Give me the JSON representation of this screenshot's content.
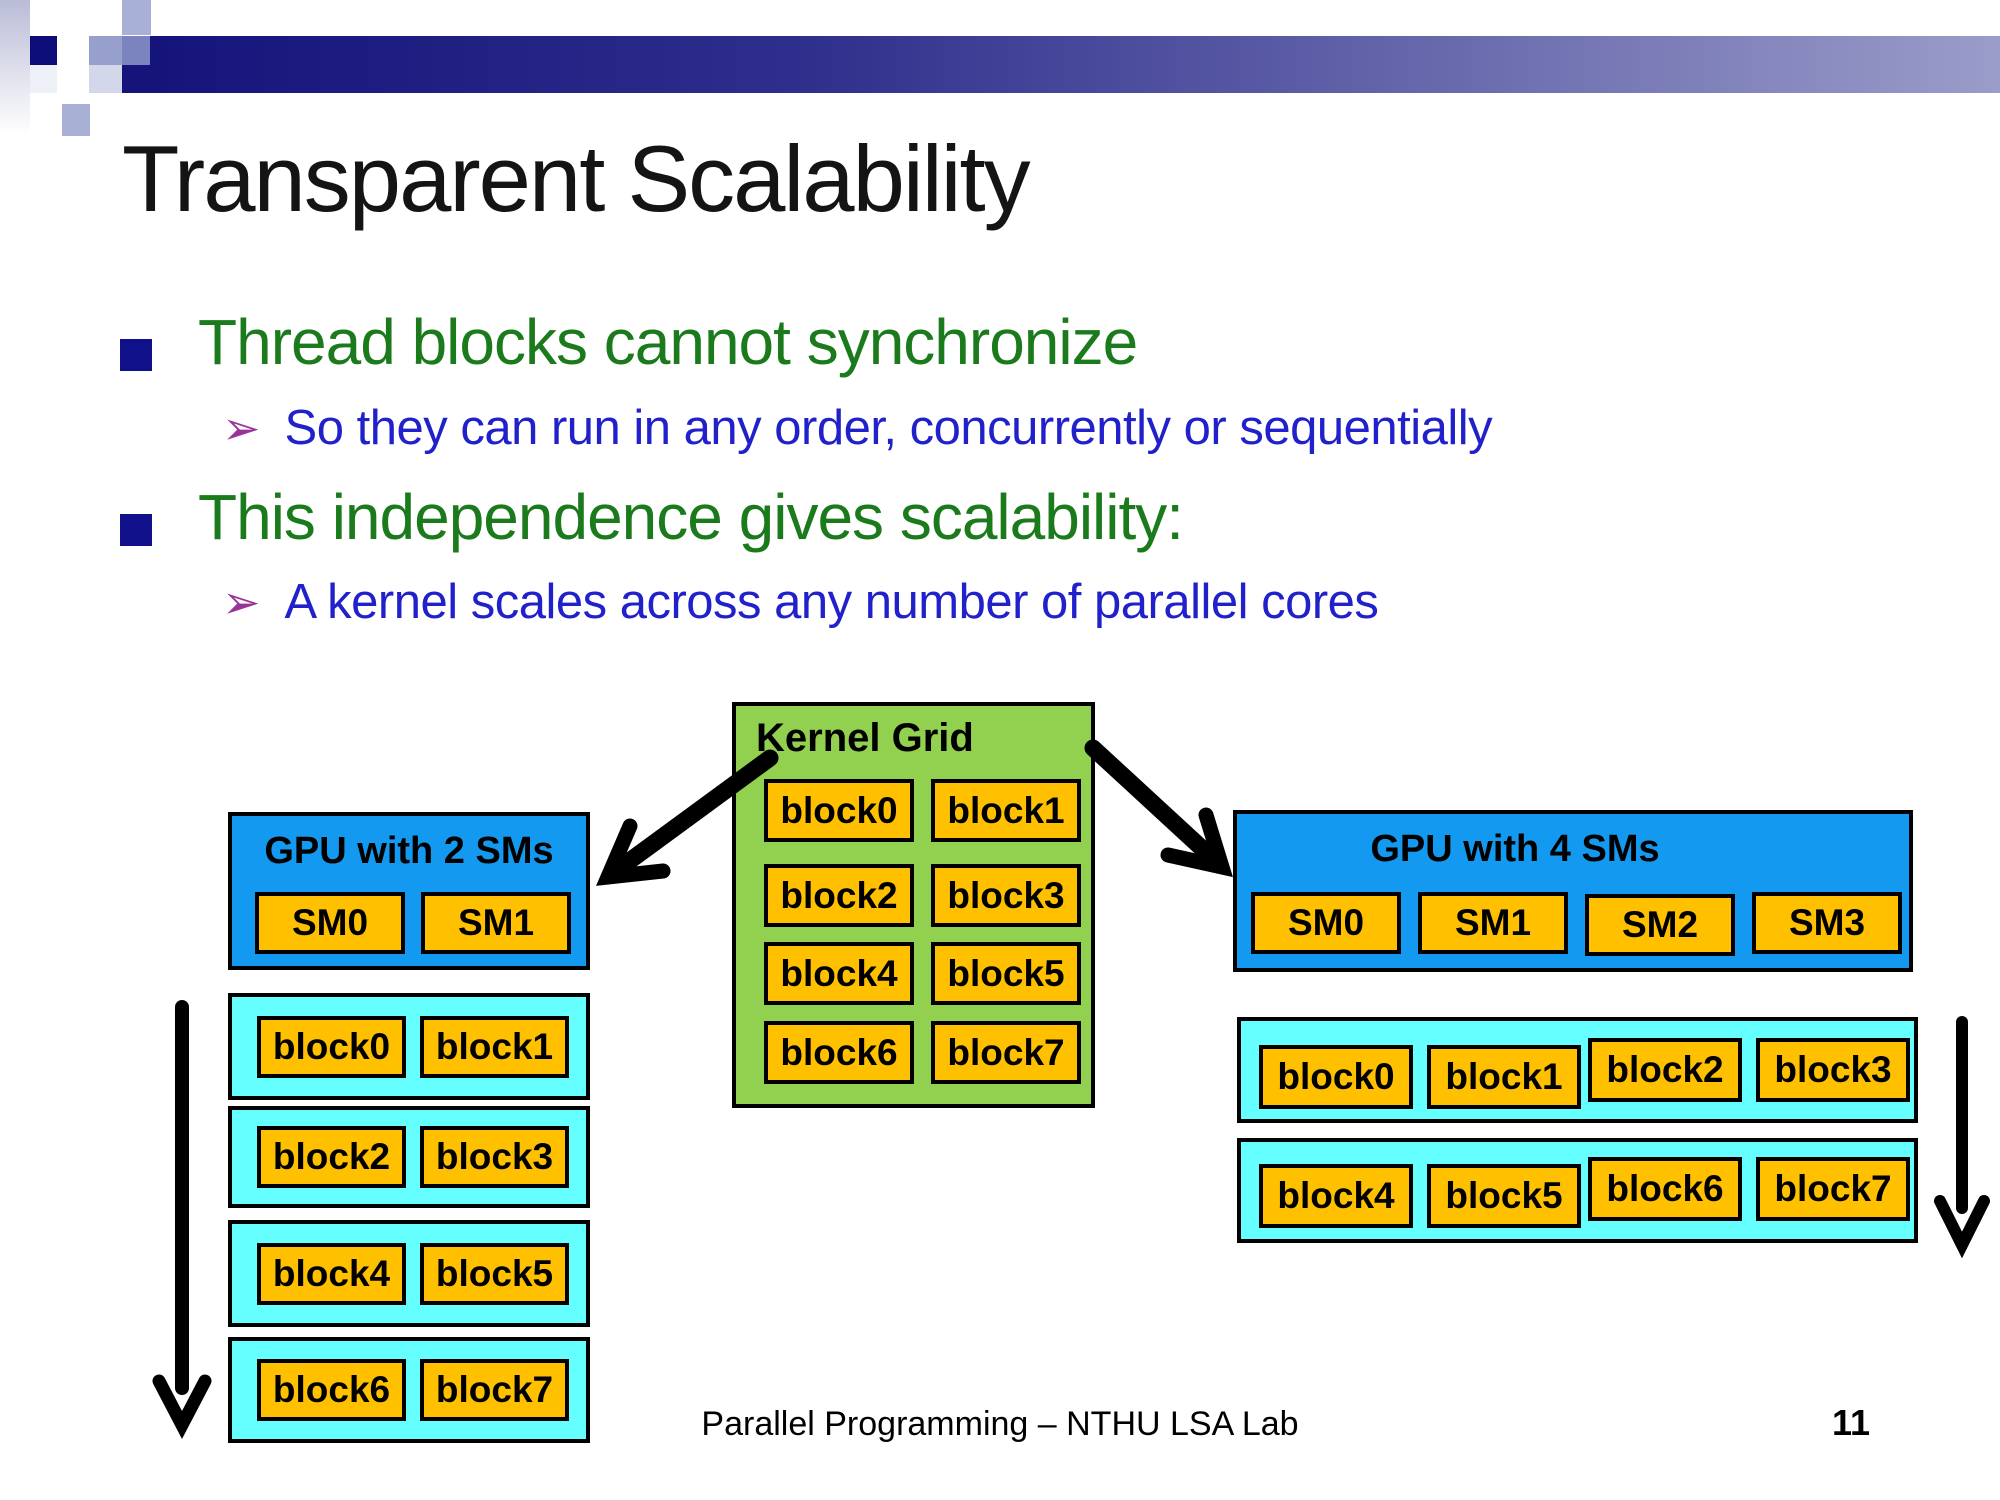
{
  "slide": {
    "title": "Transparent Scalability",
    "footer": "Parallel Programming – NTHU LSA Lab",
    "page_number": "11"
  },
  "glyphs": {
    "sub_bullet_arrow": "➢"
  },
  "bullets": [
    {
      "label": "Thread blocks cannot synchronize",
      "sub": "So they can run in any order, concurrently or sequentially"
    },
    {
      "label": "This independence gives scalability:",
      "sub": "A kernel scales across any number of parallel cores"
    }
  ],
  "diagram": {
    "kernel_grid": {
      "title": "Kernel Grid",
      "blocks": [
        "block0",
        "block1",
        "block2",
        "block3",
        "block4",
        "block5",
        "block6",
        "block7"
      ]
    },
    "gpu2": {
      "title": "GPU with 2 SMs",
      "sms": [
        "SM0",
        "SM1"
      ],
      "rows": [
        [
          "block0",
          "block1"
        ],
        [
          "block2",
          "block3"
        ],
        [
          "block4",
          "block5"
        ],
        [
          "block6",
          "block7"
        ]
      ]
    },
    "gpu4": {
      "title": "GPU with 4 SMs",
      "sms": [
        "SM0",
        "SM1",
        "SM2",
        "SM3"
      ],
      "rows": [
        [
          "block0",
          "block1",
          "block2",
          "block3"
        ],
        [
          "block4",
          "block5",
          "block6",
          "block7"
        ]
      ]
    }
  },
  "colors": {
    "kernel_grid_green": "#92D050",
    "block_orange": "#FFC000",
    "gpu_blue": "#1499F0",
    "queue_cyan": "#66FFFF",
    "bullet_text_green": "#1B7A1B",
    "sub_bullet_text_blue": "#2121CB",
    "sub_bullet_arrow_purple": "#993399",
    "bullet_square_navy": "#10108A",
    "banner_navy": "#14147B"
  }
}
